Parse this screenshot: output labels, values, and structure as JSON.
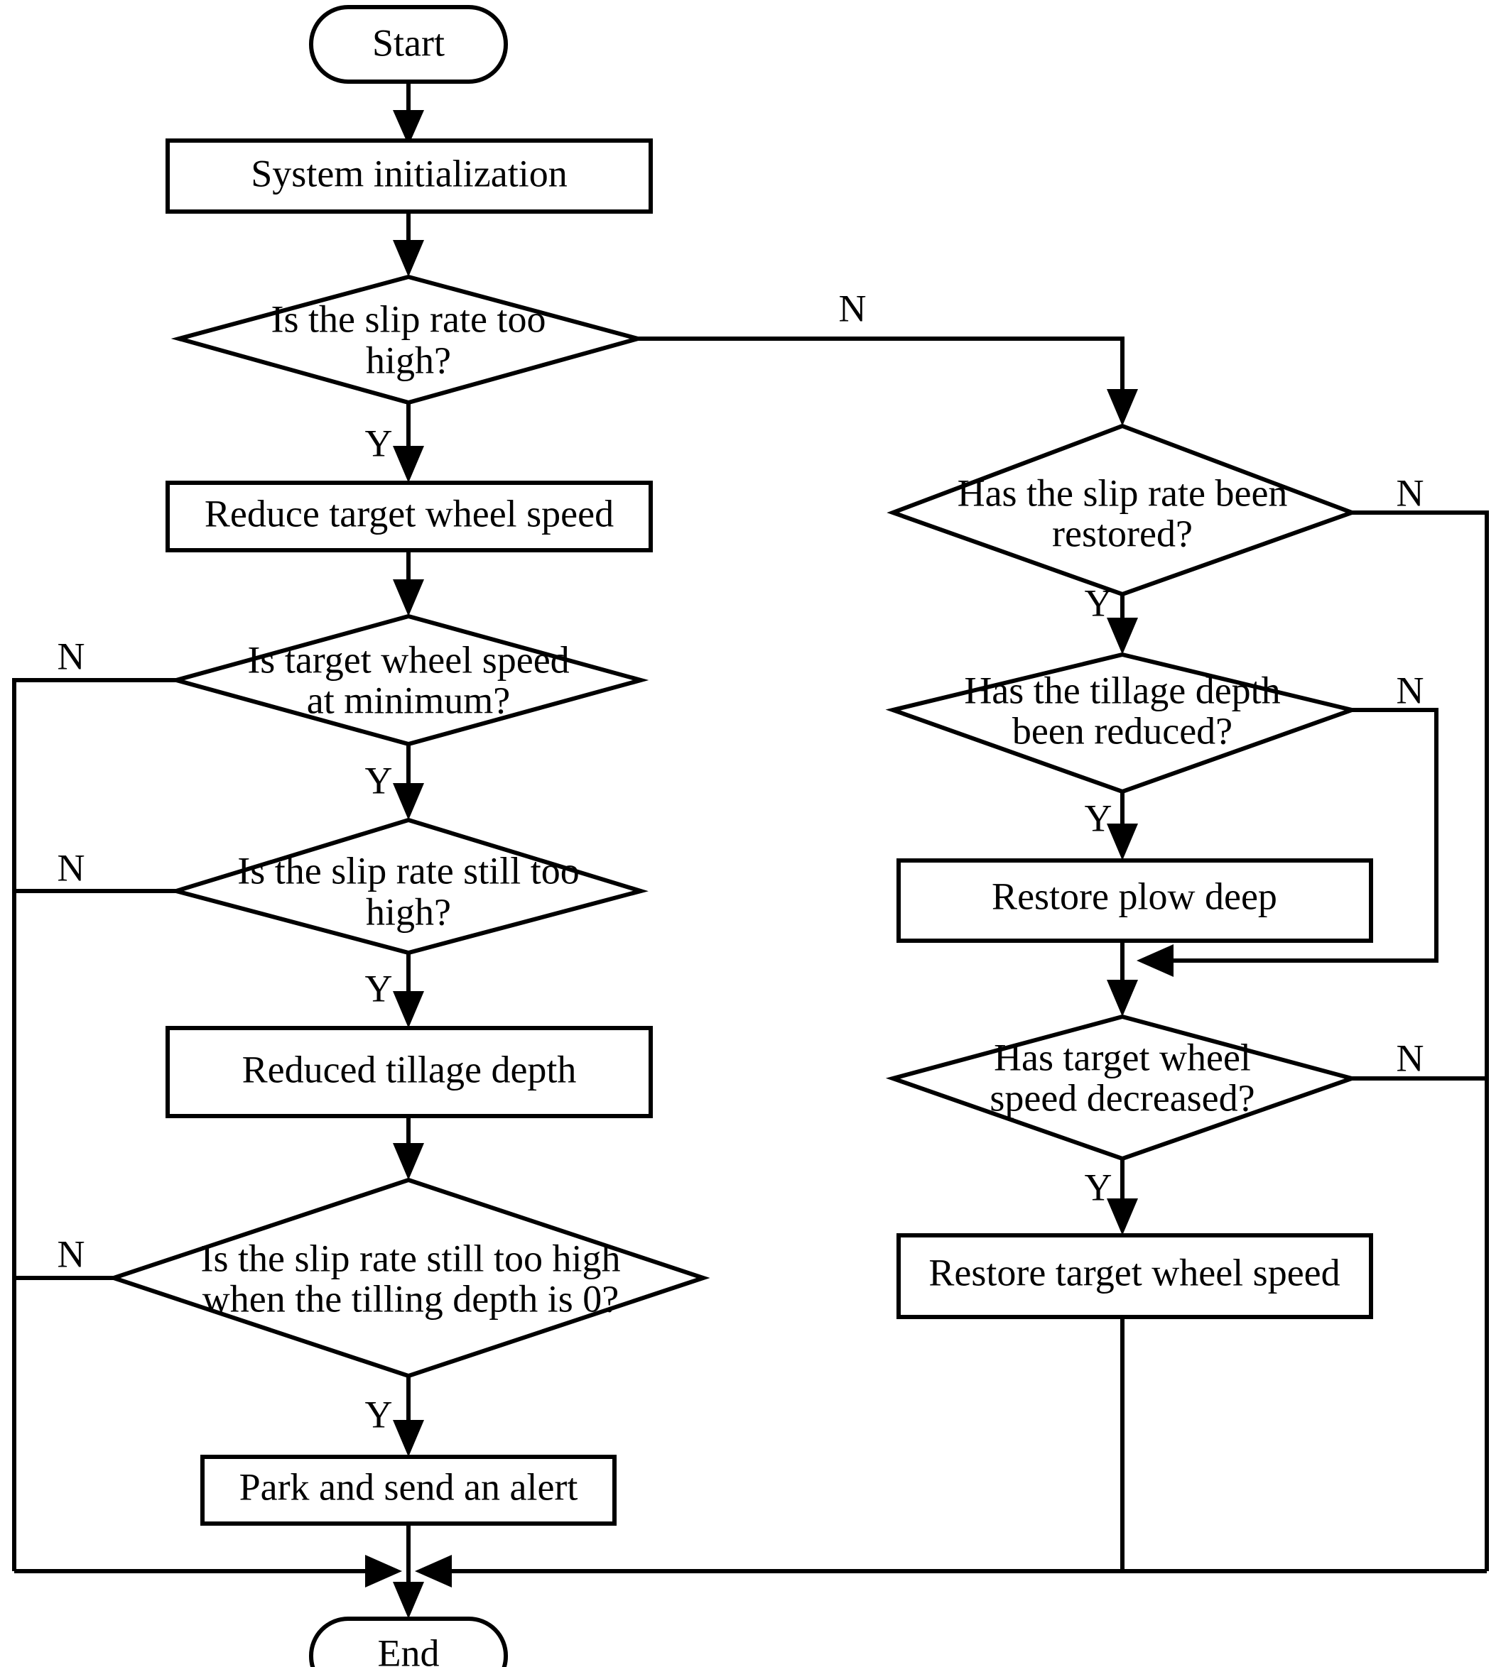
{
  "diagram": {
    "title": "Slip rate and tillage depth control flowchart",
    "colors": {
      "stroke": "#000000",
      "fill": "#ffffff",
      "background": "#ffffff"
    },
    "nodes": {
      "start": {
        "label": "Start",
        "shape": "terminator"
      },
      "system_init": {
        "label": "System initialization",
        "shape": "process"
      },
      "slip_too_high": {
        "label_line1": "Is the slip rate too",
        "label_line2": "high?",
        "shape": "decision"
      },
      "reduce_target_speed": {
        "label": "Reduce target wheel speed",
        "shape": "process"
      },
      "speed_at_min": {
        "label_line1": "Is target wheel speed",
        "label_line2": "at minimum?",
        "shape": "decision"
      },
      "slip_still_high": {
        "label_line1": "Is the slip rate still too",
        "label_line2": "high?",
        "shape": "decision"
      },
      "reduced_tillage_depth": {
        "label": "Reduced tillage depth",
        "shape": "process"
      },
      "slip_still_high_depth0": {
        "label_line1": "Is the slip rate still too high",
        "label_line2": "when the tilling depth is 0?",
        "shape": "decision"
      },
      "park_and_alert": {
        "label": "Park and send an alert",
        "shape": "process"
      },
      "slip_restored": {
        "label_line1": "Has the slip rate been",
        "label_line2": "restored?",
        "shape": "decision"
      },
      "tillage_reduced": {
        "label_line1": "Has the tillage depth",
        "label_line2": "been reduced?",
        "shape": "decision"
      },
      "restore_plow_deep": {
        "label": "Restore plow deep",
        "shape": "process"
      },
      "speed_decreased": {
        "label_line1": "Has target wheel",
        "label_line2": "speed decreased?",
        "shape": "decision"
      },
      "restore_target_speed": {
        "label": "Restore target wheel speed",
        "shape": "process"
      },
      "end": {
        "label": "End",
        "shape": "terminator"
      }
    },
    "edge_labels": {
      "slip_too_high_no": "N",
      "slip_too_high_yes": "Y",
      "speed_at_min_no": "N",
      "speed_at_min_yes": "Y",
      "slip_still_high_no": "N",
      "slip_still_high_yes": "Y",
      "slip_still_high_depth0_no": "N",
      "slip_still_high_depth0_yes": "Y",
      "slip_restored_no": "N",
      "slip_restored_yes": "Y",
      "tillage_reduced_no": "N",
      "tillage_reduced_yes": "Y",
      "speed_decreased_no": "N",
      "speed_decreased_yes": "Y"
    }
  }
}
